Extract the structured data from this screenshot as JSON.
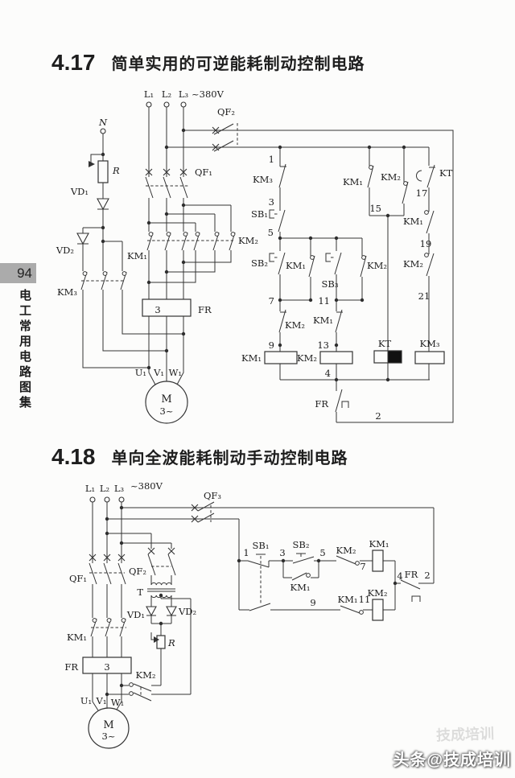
{
  "sidebar": {
    "page": "94",
    "book": "电工常用电路图集"
  },
  "watermark": {
    "main": "头条@技成培训",
    "ghost": "技成培训"
  },
  "s1": {
    "num": "4.17",
    "title": "简单实用的可逆能耗制动控制电路"
  },
  "s2": {
    "num": "4.18",
    "title": "单向全波能耗制动手动控制电路"
  },
  "g": {
    "KM1": "KM₁",
    "KM2": "KM₂",
    "KM3": "KM₃",
    "KT": "KT",
    "FR": "FR",
    "QF1": "QF₁",
    "QF2": "QF₂",
    "QF3": "QF₃",
    "SB1": "SB₁",
    "SB2": "SB₂",
    "SB3": "SB₃",
    "L1": "L₁",
    "L2": "L₂",
    "L3": "L₃",
    "v380": "~380V",
    "N": "N",
    "R": "R",
    "VD1": "VD₁",
    "VD2": "VD₂",
    "T": "T",
    "M": "M",
    "M3": "3~",
    "U1": "U₁",
    "V1": "V₁",
    "W1": "W₁",
    "fr3": "3",
    "n1": "1",
    "n2": "2",
    "n3": "3",
    "n4": "4",
    "n5": "5",
    "n7": "7",
    "n9": "9",
    "n11": "11",
    "n13": "13",
    "n15": "15",
    "n17": "17",
    "n19": "19",
    "n21": "21"
  }
}
